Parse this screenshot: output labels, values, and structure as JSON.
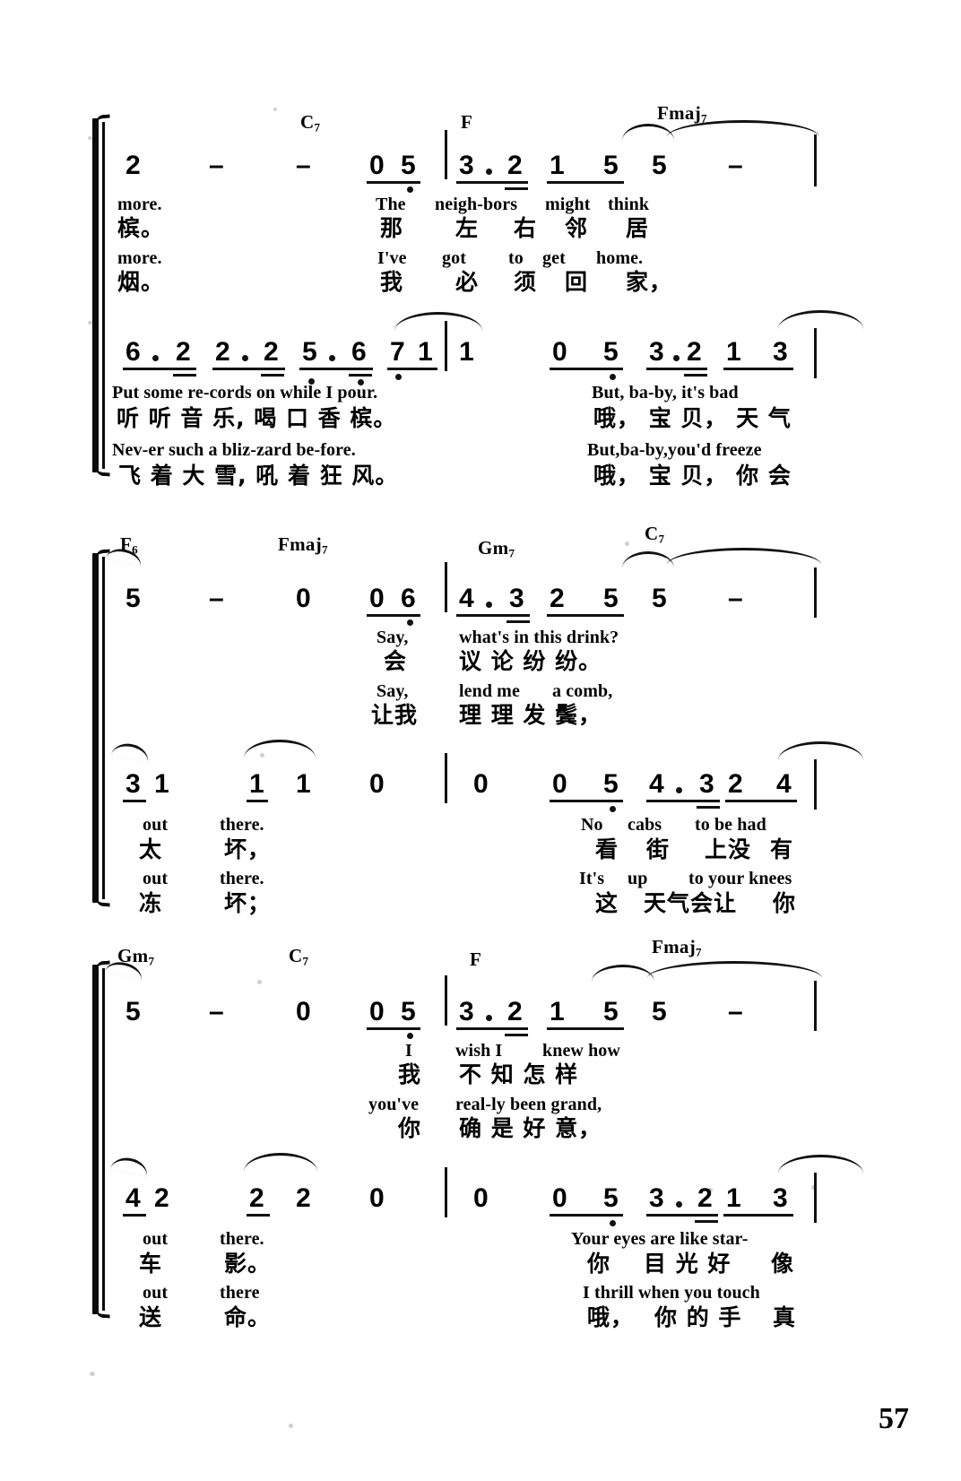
{
  "document": {
    "kind": "jianpu-sheet-music",
    "page_number": "57",
    "language_rows": [
      "english-verse-1",
      "chinese-verse-1",
      "english-verse-2",
      "chinese-verse-2"
    ]
  },
  "systems": [
    {
      "id": "system-1",
      "lines": [
        {
          "id": "s1-line-1",
          "chords": [
            {
              "root": "C",
              "ext": "7"
            },
            {
              "root": "F",
              "ext": ""
            },
            {
              "root": "Fmaj",
              "ext": "7"
            }
          ],
          "notes": [
            "2",
            "–",
            "–",
            "0",
            "5",
            "3.",
            "2",
            "1",
            "5",
            "5",
            "–"
          ],
          "lyrics": {
            "en1": [
              "more.",
              "The",
              "neigh-bors",
              "might",
              "think"
            ],
            "cn1": [
              "槟。",
              "那",
              "左",
              "右",
              "邻",
              "居"
            ],
            "en2": [
              "more.",
              "I've",
              "got",
              "to",
              "get",
              "home."
            ],
            "cn2": [
              "烟。",
              "我",
              "必",
              "须",
              "回",
              "家，"
            ]
          }
        },
        {
          "id": "s1-line-2",
          "chords": [],
          "notes": [
            "6.",
            "2",
            "2.",
            "2",
            "5.",
            "6",
            "7",
            "1",
            "1",
            "0",
            "5",
            "3.",
            "2",
            "1",
            "3"
          ],
          "lyrics": {
            "en1": [
              "Put some re-cords on while I pour.",
              "But, ba-by, it's bad"
            ],
            "cn1": [
              "听 听 音 乐, 喝 口 香 槟。",
              "哦， 宝 贝， 天 气"
            ],
            "en2": [
              "Nev-er such a bliz-zard be-fore.",
              "But,ba-by,you'd freeze"
            ],
            "cn2": [
              "飞 着 大 雪, 吼 着 狂 风。",
              "哦， 宝 贝， 你 会"
            ]
          }
        }
      ]
    },
    {
      "id": "system-2",
      "lines": [
        {
          "id": "s2-line-1",
          "chords": [
            {
              "root": "F",
              "ext": "6"
            },
            {
              "root": "Fmaj",
              "ext": "7"
            },
            {
              "root": "Gm",
              "ext": "7"
            },
            {
              "root": "C",
              "ext": "7"
            }
          ],
          "notes": [
            "5",
            "–",
            "0",
            "0",
            "6",
            "4.",
            "3",
            "2",
            "5",
            "5",
            "–"
          ],
          "lyrics": {
            "en1": [
              "Say,",
              "what's in this drink?"
            ],
            "cn1": [
              "会",
              "议 论 纷 纷。"
            ],
            "en2": [
              "Say,",
              "lend me",
              "a comb,"
            ],
            "cn2": [
              "让我",
              "理 理 发 鬓，"
            ]
          }
        },
        {
          "id": "s2-line-2",
          "chords": [],
          "notes": [
            "3",
            "1",
            "1",
            "1",
            "0",
            "0",
            "0",
            "5",
            "4.",
            "3",
            "2",
            "4"
          ],
          "lyrics": {
            "en1": [
              "out",
              "there.",
              "No",
              "cabs",
              "to be had"
            ],
            "cn1": [
              "太",
              "坏，",
              "看",
              "街",
              "上没",
              "有"
            ],
            "en2": [
              "out",
              "there.",
              "It's",
              "up",
              "to your knees"
            ],
            "cn2": [
              "冻",
              "坏；",
              "这",
              "天气会让",
              "你"
            ]
          }
        }
      ]
    },
    {
      "id": "system-3",
      "lines": [
        {
          "id": "s3-line-1",
          "chords": [
            {
              "root": "Gm",
              "ext": "7"
            },
            {
              "root": "C",
              "ext": "7"
            },
            {
              "root": "F",
              "ext": ""
            },
            {
              "root": "Fmaj",
              "ext": "7"
            }
          ],
          "notes": [
            "5",
            "–",
            "0",
            "0",
            "5",
            "3.",
            "2",
            "1",
            "5",
            "5",
            "–"
          ],
          "lyrics": {
            "en1": [
              "I",
              "wish I",
              "knew how"
            ],
            "cn1": [
              "我",
              "不 知 怎 样"
            ],
            "en2": [
              "you've",
              "real-ly been grand,"
            ],
            "cn2": [
              "你",
              "确 是 好 意，"
            ]
          }
        },
        {
          "id": "s3-line-2",
          "chords": [],
          "notes": [
            "4",
            "2",
            "2",
            "2",
            "0",
            "0",
            "0",
            "5",
            "3.",
            "2",
            "1",
            "3"
          ],
          "lyrics": {
            "en1": [
              "out",
              "there.",
              "Your eyes are like star-"
            ],
            "cn1": [
              "车",
              "影。",
              "你",
              "目 光 好",
              "像"
            ],
            "en2": [
              "out",
              "there",
              "I thrill when you touch"
            ],
            "cn2": [
              "送",
              "命。",
              "哦，",
              "你 的 手",
              "真"
            ]
          }
        }
      ]
    }
  ]
}
